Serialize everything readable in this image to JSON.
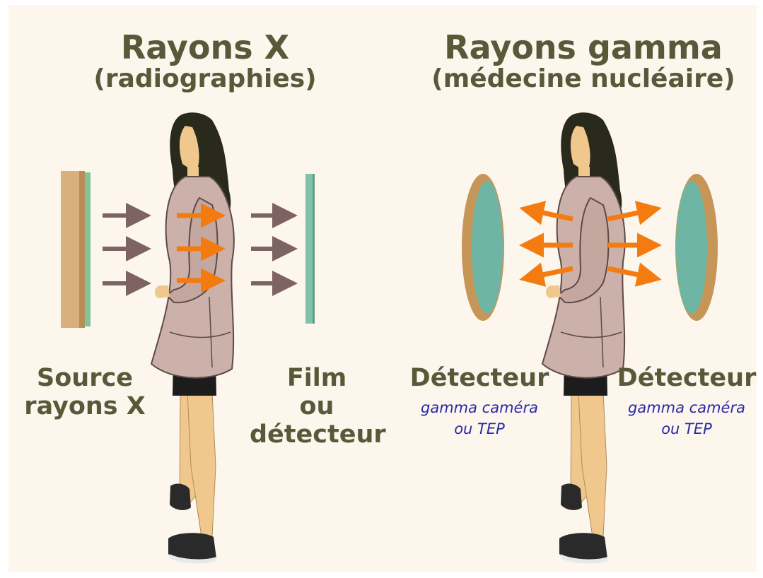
{
  "colors": {
    "background": "#fcf6ed",
    "title_text": "#59593a",
    "italic_text": "#2a2aa6",
    "incoming_arrow": "#7d6463",
    "emitted_arrow": "#f47b10",
    "source_panel": "#d8b07e",
    "film_panel": "#80c2aa",
    "detector_rim": "#c59658",
    "detector_face": "#6fb5a6",
    "coat": "#cbb1a9"
  },
  "xray": {
    "title": "Rayons X",
    "subtitle": "(radiographies)",
    "source_label_1": "Source",
    "source_label_2": "rayons X",
    "film_label_1": "Film",
    "film_label_2": "ou",
    "film_label_3": "détecteur"
  },
  "gamma": {
    "title": "Rayons gamma",
    "subtitle": "(médecine nucléaire)",
    "detector_left_label": "Détecteur",
    "detector_left_sub_1": "gamma caméra",
    "detector_left_sub_2": "ou TEP",
    "detector_right_label": "Détecteur",
    "detector_right_sub_1": "gamma caméra",
    "detector_right_sub_2": "ou TEP"
  }
}
